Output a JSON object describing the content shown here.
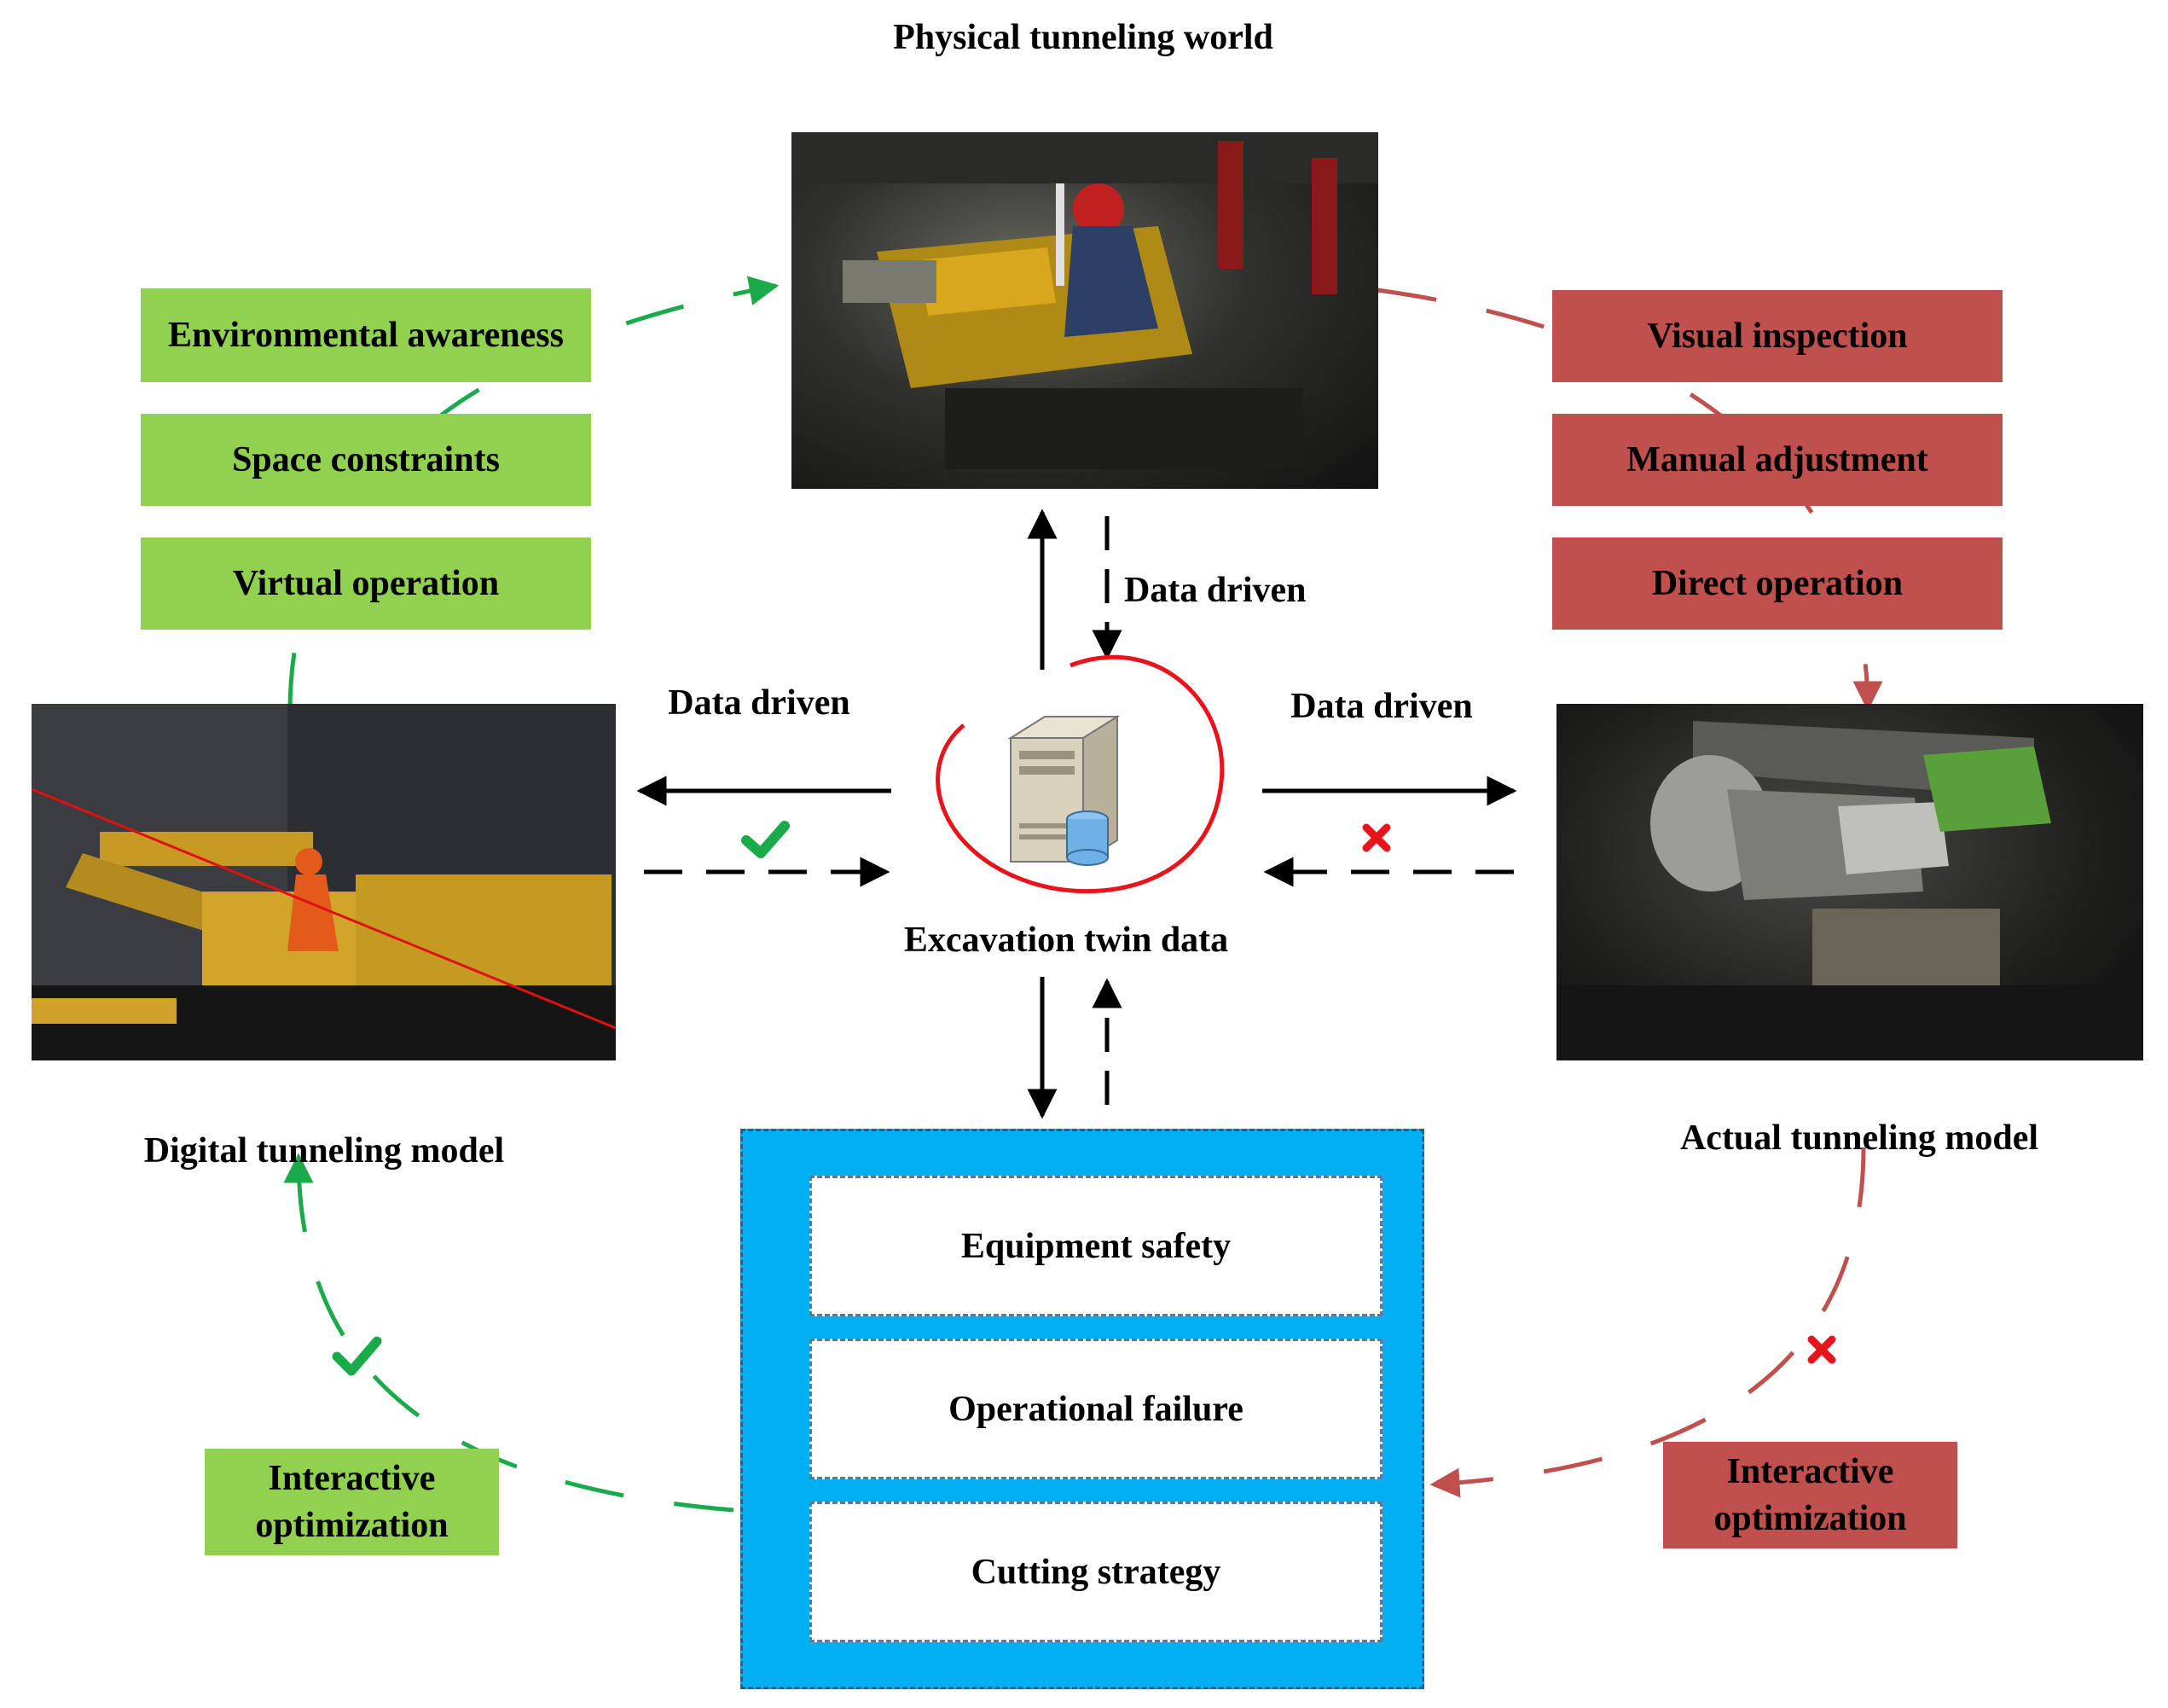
{
  "top_title": "Physical tunneling world",
  "left_boxes": [
    "Environmental awareness",
    "Space constraints",
    "Virtual operation"
  ],
  "right_boxes": [
    "Visual inspection",
    "Manual adjustment",
    "Direct operation"
  ],
  "data_driven": {
    "top": "Data driven",
    "left": "Data driven",
    "right": "Data driven"
  },
  "center_label": "Excavation twin data",
  "left_model_label": "Digital tunneling model",
  "right_model_label": "Actual tunneling model",
  "panel_items": [
    "Equipment safety",
    "Operational failure",
    "Cutting strategy"
  ],
  "left_bottom_box": "Interactive optimization",
  "right_bottom_box": "Interactive optimization",
  "colors": {
    "green": "#92d050",
    "red": "#c0504d",
    "panel": "#00b0f0",
    "green_arrow": "#1aaa4a",
    "red_arrow": "#c0504d"
  },
  "icons": [
    "server-database-icon",
    "check-icon",
    "cross-icon"
  ]
}
